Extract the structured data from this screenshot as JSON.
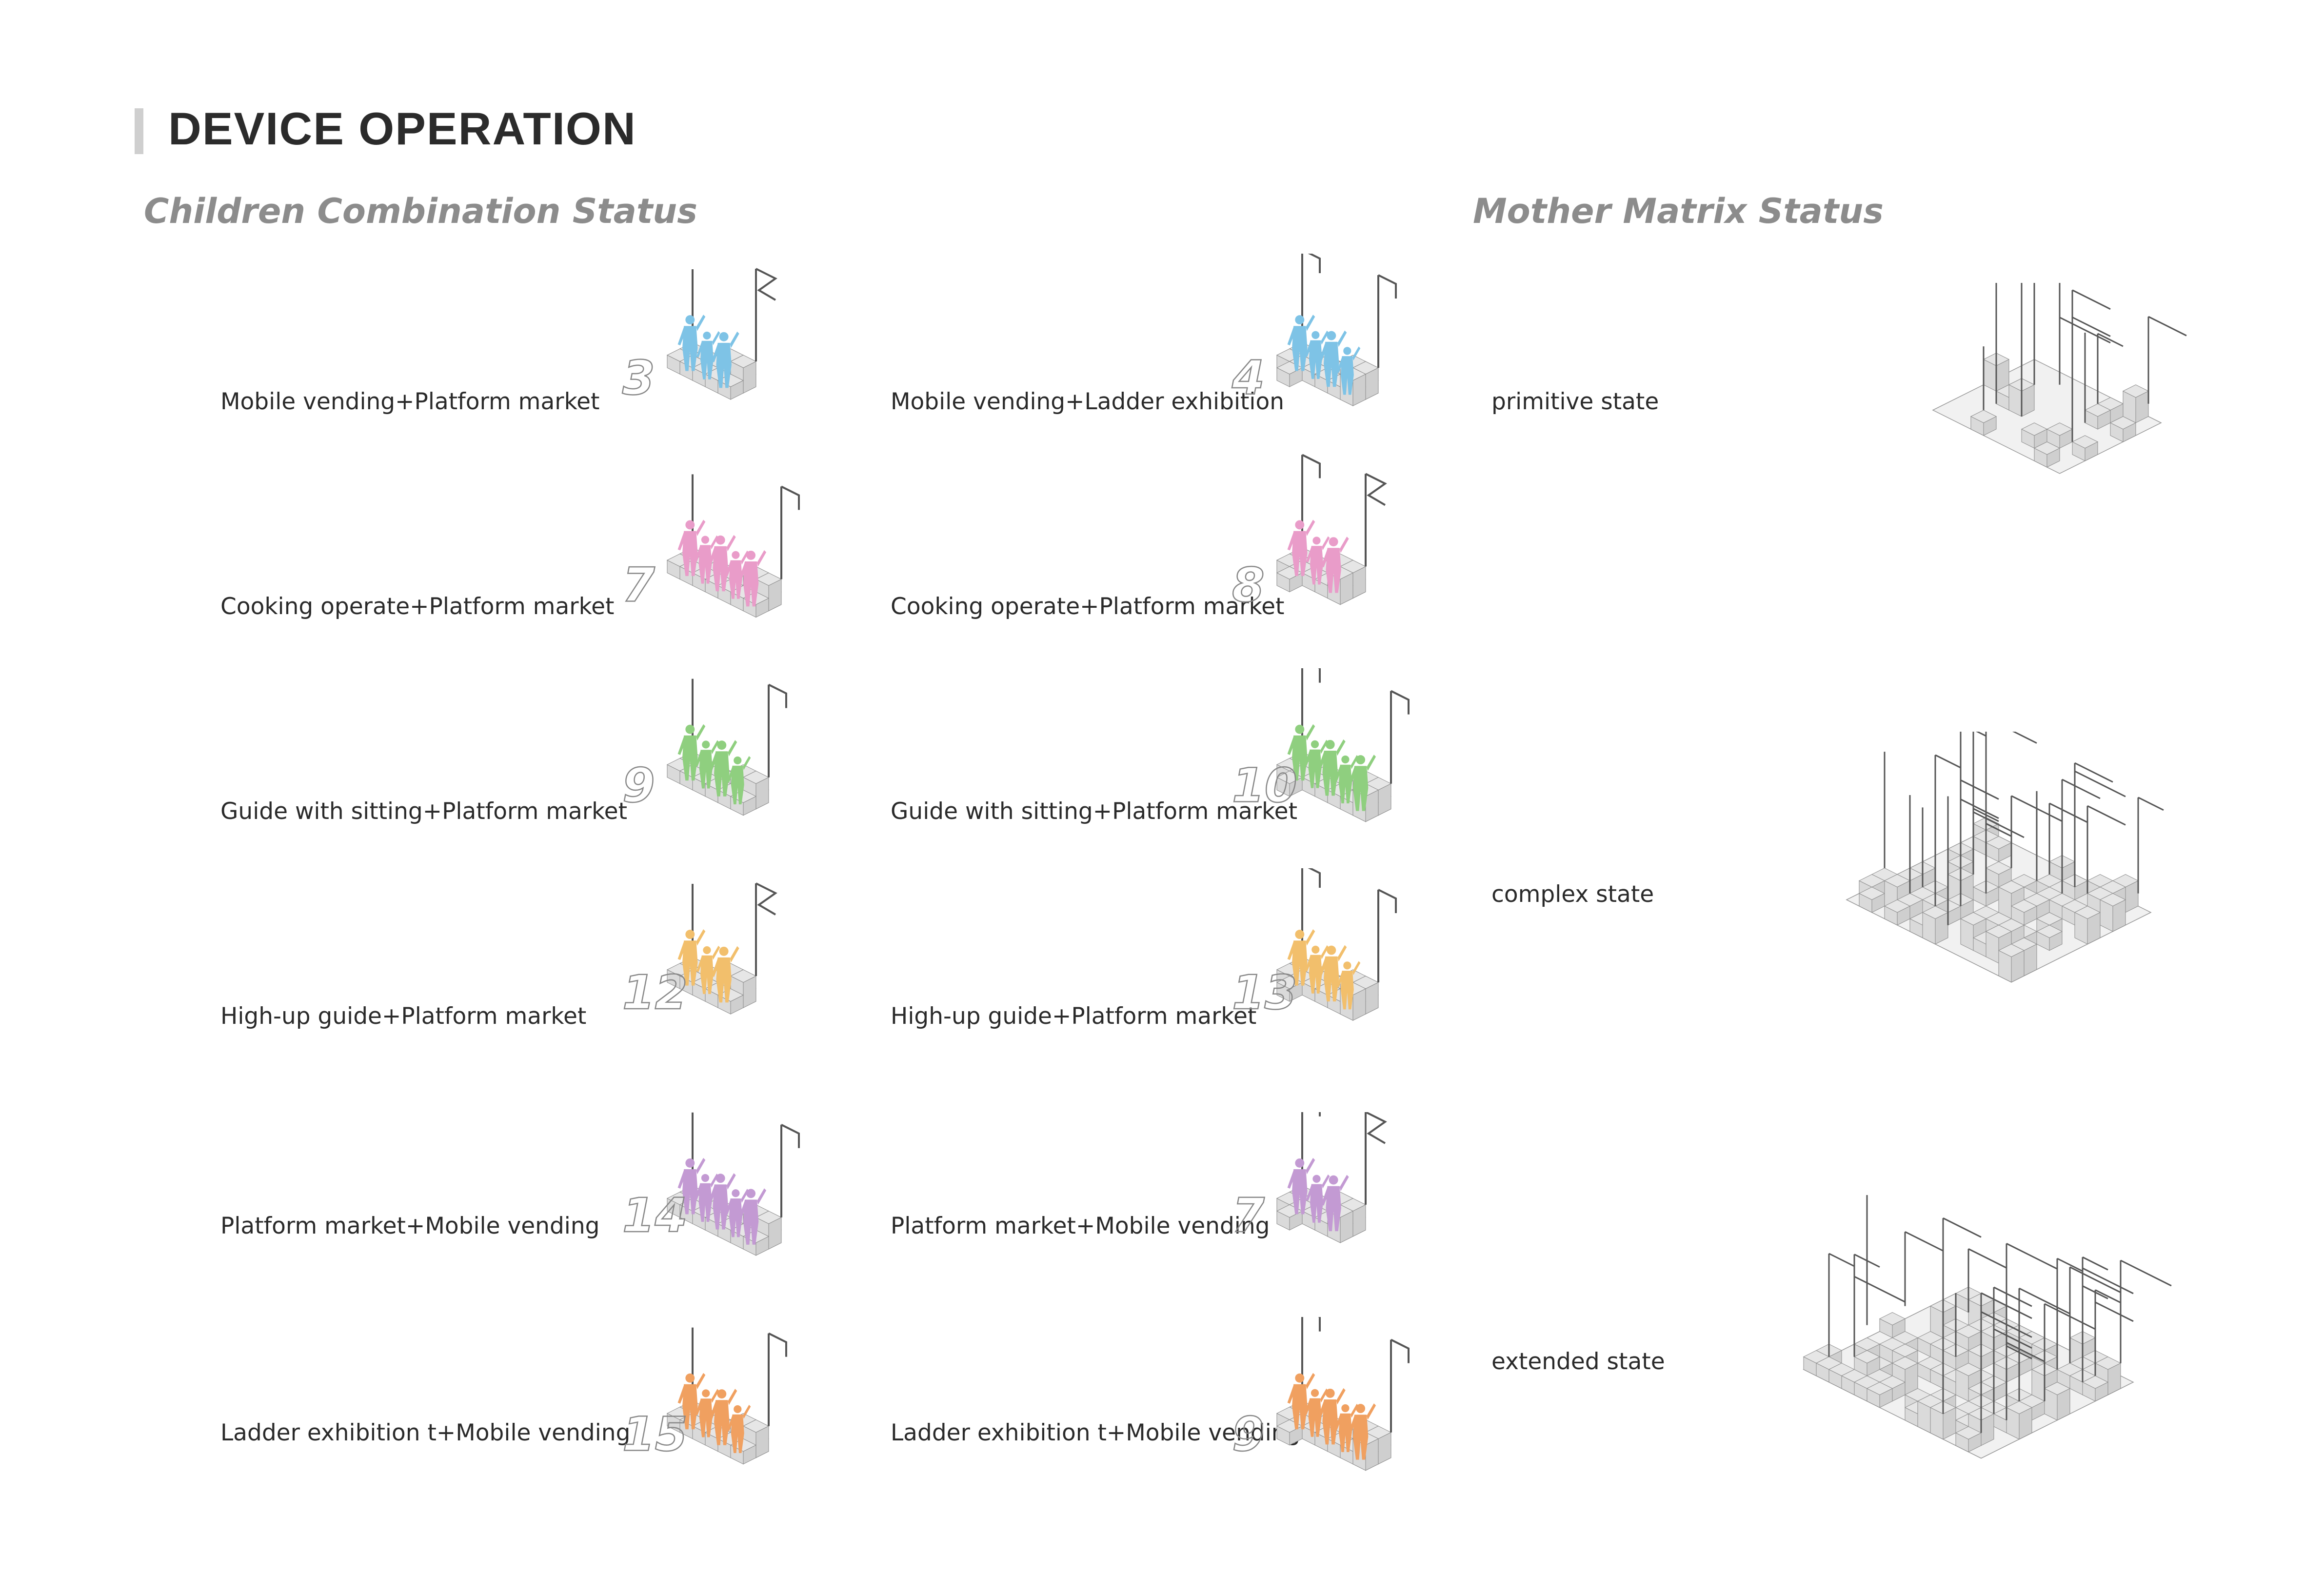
{
  "header": {
    "title": "DEVICE OPERATION",
    "children_title": "Children Combination Status",
    "mother_title": "Mother  Matrix Status"
  },
  "colors": {
    "blue": "#7ec3e6",
    "pink": "#e99cc9",
    "green": "#8fcf7f",
    "yellow": "#f2bf6c",
    "purple": "#c39ad3",
    "orange": "#f0a060",
    "structure": "#555555",
    "platform": "#e6e6e6"
  },
  "children_rows": [
    {
      "left": {
        "label": "Mobile vending+Platform market",
        "number": "3",
        "color": "blue"
      },
      "right": {
        "label": "Mobile vending+Ladder exhibition",
        "number": "4",
        "color": "blue"
      }
    },
    {
      "left": {
        "label": "Cooking operate+Platform market",
        "number": "7",
        "color": "pink"
      },
      "right": {
        "label": "Cooking operate+Platform market",
        "number": "8",
        "color": "pink"
      }
    },
    {
      "left": {
        "label": "Guide with sitting+Platform market",
        "number": "9",
        "color": "green"
      },
      "right": {
        "label": "Guide with sitting+Platform market",
        "number": "10",
        "color": "green"
      }
    },
    {
      "left": {
        "label": "High-up guide+Platform market",
        "number": "12",
        "color": "yellow"
      },
      "right": {
        "label": "High-up guide+Platform market",
        "number": "13",
        "color": "yellow"
      }
    },
    {
      "left": {
        "label": "Platform market+Mobile vending",
        "number": "14",
        "color": "purple"
      },
      "right": {
        "label": "Platform market+Mobile vending",
        "number": "7",
        "color": "purple"
      }
    },
    {
      "left": {
        "label": "Ladder exhibition t+Mobile vending",
        "number": "15",
        "color": "orange"
      },
      "right": {
        "label": "Ladder exhibition t+Mobile vending",
        "number": "9",
        "color": "orange"
      }
    }
  ],
  "mother_states": [
    {
      "label": "primitive state"
    },
    {
      "label": "complex state"
    },
    {
      "label": "extended state"
    }
  ]
}
